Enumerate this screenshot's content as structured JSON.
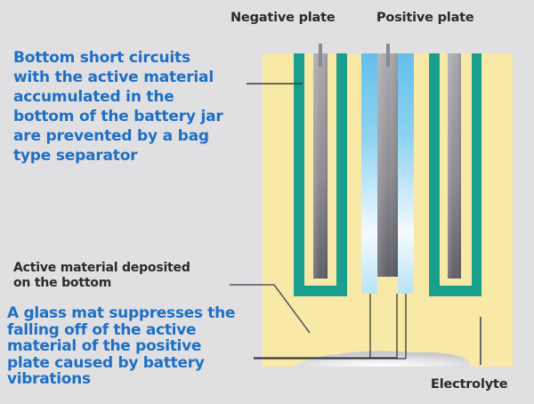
{
  "diagram": {
    "title_labels": {
      "negative_plate": "Negative plate",
      "positive_plate": "Positive plate"
    },
    "callouts": {
      "bag_separator": "Bottom short circuits\nwith the active material\naccumulated in the\nbottom of the battery jar\nare prevented by a bag\ntype separator",
      "active_material": "Active material deposited\non the bottom",
      "glass_mat": "A glass mat suppresses the\nfalling off of the active\nmaterial of the positive\nplate caused by battery\nvibrations",
      "electrolyte": "Electrolyte"
    },
    "components": [
      {
        "name": "negative-plate-left",
        "type": "negative plate in bag separator"
      },
      {
        "name": "positive-plate-center",
        "type": "positive plate with glass mat"
      },
      {
        "name": "negative-plate-right",
        "type": "negative plate in bag separator"
      }
    ],
    "colors": {
      "background": "#e0e0e2",
      "electrolyte": "#f9e9a6",
      "bag_separator": "#1a9e8e",
      "plate": "#7a7a80",
      "glass_mat": "#6cc3ea",
      "callout_blue": "#1f6fc5",
      "label_dark": "#2a2a2a"
    }
  }
}
